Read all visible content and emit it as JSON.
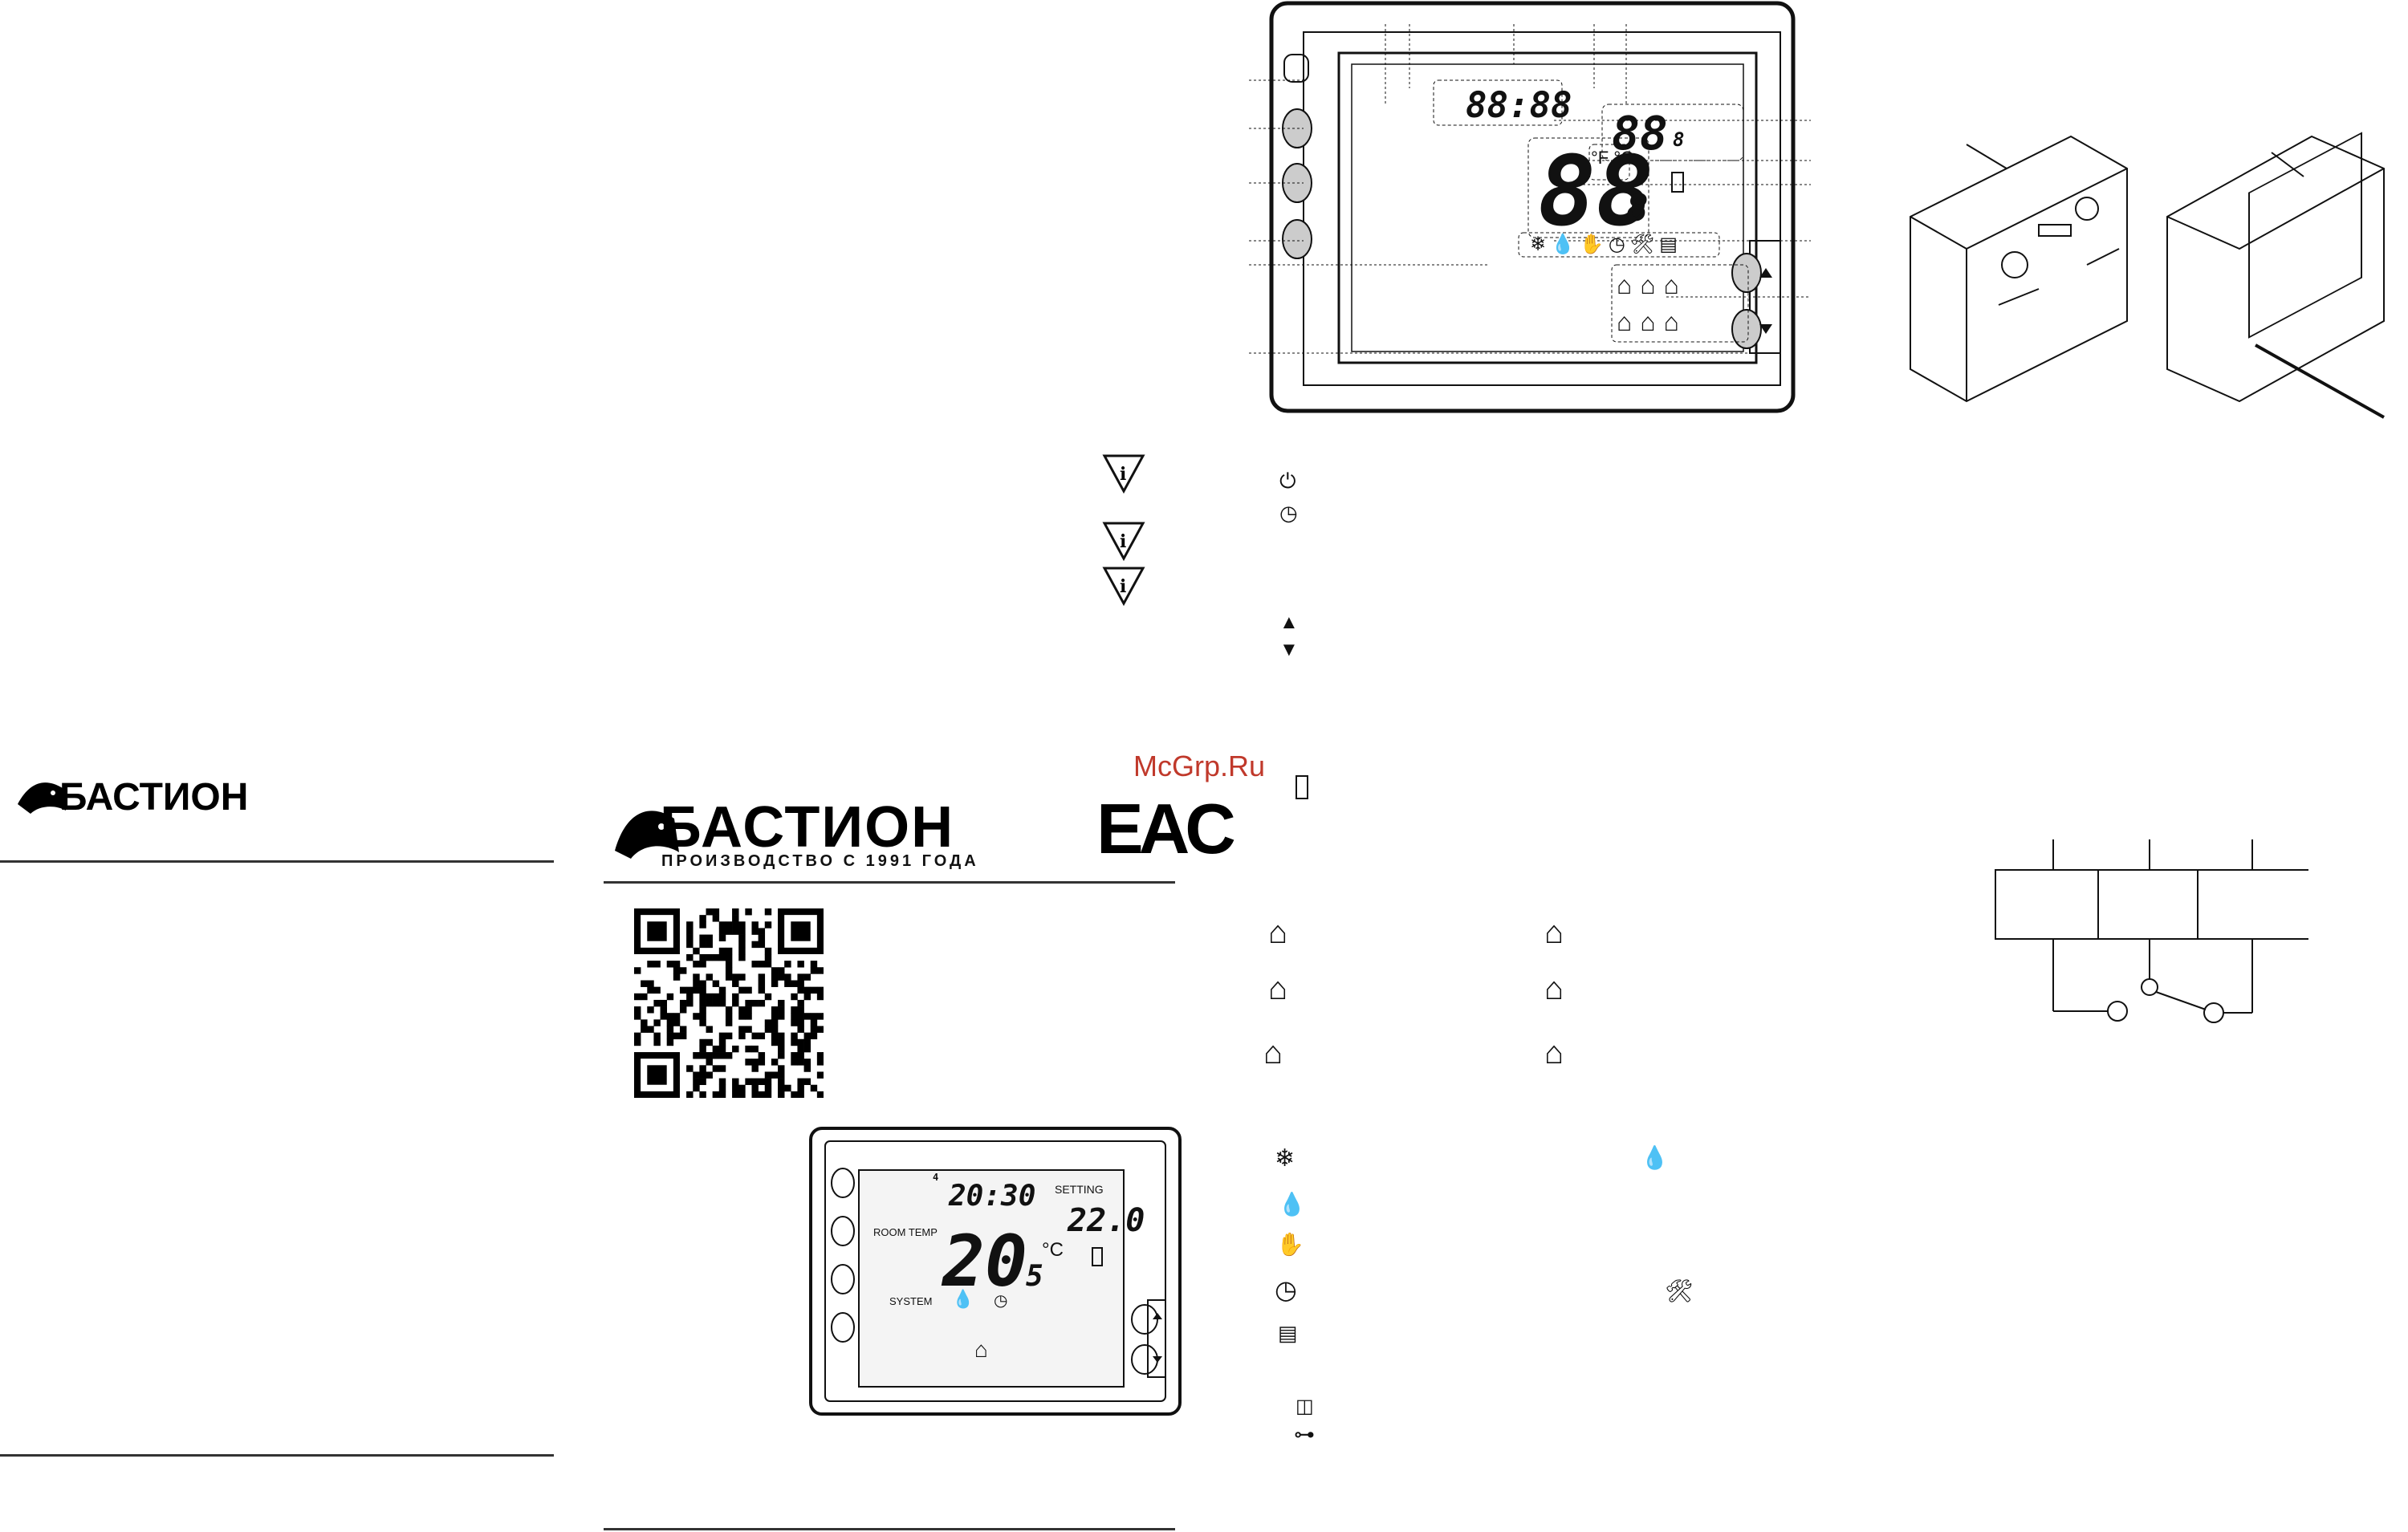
{
  "brand": {
    "name": "БАСТИОН",
    "tagline": "ПРОИЗВОДСТВО С 1991 ГОДА",
    "cert_mark": "EAC"
  },
  "watermark": "McGrp.Ru",
  "device_photo": {
    "clock": "20:30",
    "clock_top_digit": "4",
    "room_label": "ROOM TEMP",
    "room_temp_main": "20",
    "room_temp_decimal": "5",
    "unit": "°C",
    "setting_label": "SETTING",
    "setting_value": "22.0",
    "system_label": "SYSTEM"
  },
  "display_diagram": {
    "clock": "88:88",
    "main_digits": "88",
    "main_decimal": "8",
    "small_digits": "88",
    "small_decimal": "8",
    "units": "°F °C"
  },
  "icon_legend": {
    "buttons": [
      "power-icon",
      "clock-icon"
    ],
    "arrows": [
      "up-arrow-icon",
      "down-arrow-icon"
    ],
    "battery": "battery-icon",
    "modes": [
      "house-sun-icon",
      "house-sun-snow-icon",
      "house-moon-snow-icon",
      "house-sun-moon-icon",
      "house-sun-night-icon",
      "house-open-icon"
    ],
    "functions": [
      "snowflake-icon",
      "flame-icon",
      "hand-icon",
      "clock-icon",
      "calendar-icon",
      "tools-icon"
    ],
    "status": [
      "holiday-icon",
      "key-icon"
    ]
  },
  "colors": {
    "ink": "#111111",
    "watermark": "#c0392b",
    "screen": "#f4f4f4"
  }
}
